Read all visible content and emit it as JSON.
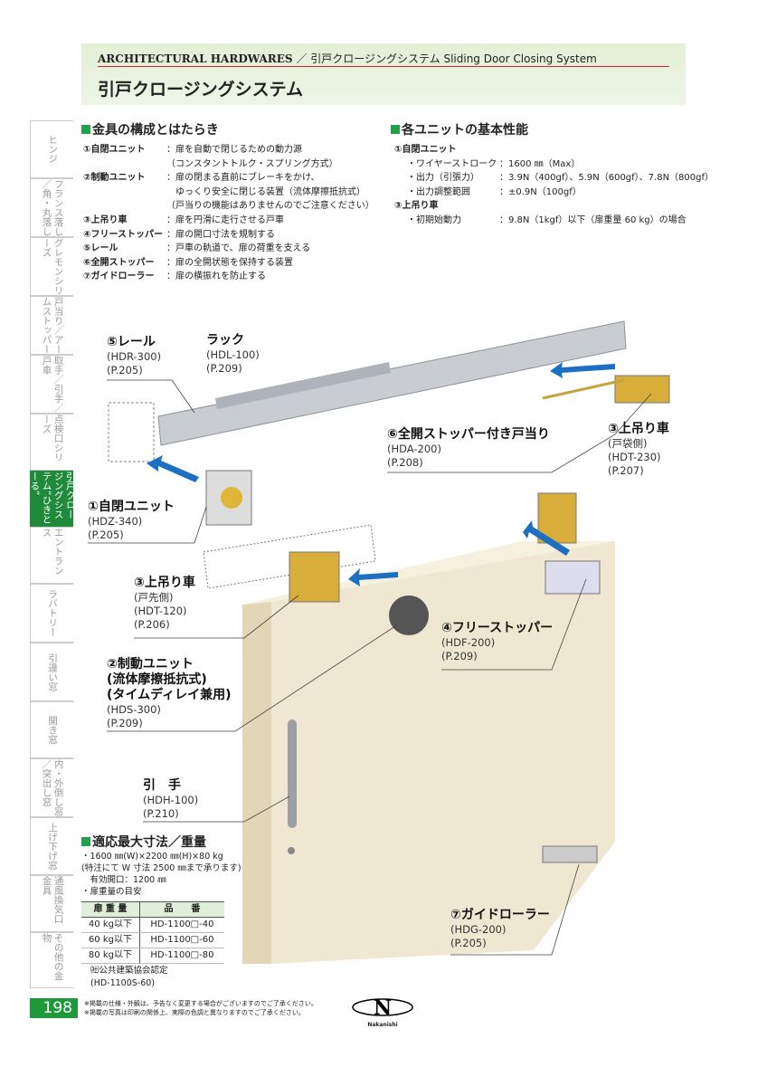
{
  "header": {
    "breadcrumb_en": "ARCHITECTURAL HARDWARES",
    "separator": "／",
    "breadcrumb_jp": "引戸クロージングシステム",
    "breadcrumb_sub": "Sliding Door Closing System",
    "title": "引戸クロージングシステム"
  },
  "sidebar": {
    "tabs": [
      "ヒンジ",
      "フランス落し／角・丸落し",
      "グレモンシリーズ",
      "戸当り／アームストッパー",
      "取手／引手／戸車",
      "点検口シリーズ",
      "引戸クロージングシステム“ひきとーる”",
      "エントランス",
      "ラバトリー",
      "引違い窓",
      "開き窓",
      "内・外倒し窓／突出し窓",
      "上げ下げ窓",
      "通風換気口金具",
      "その他の金物"
    ],
    "active": 6
  },
  "components": {
    "heading": "金具の構成とはたらき",
    "items": [
      {
        "key": "①自閉ユニット",
        "desc": "：扉を自動で閉じるための動力源"
      },
      {
        "key": "",
        "desc": "（コンスタントトルク・スプリング方式）"
      },
      {
        "key": "②制動ユニット",
        "desc": "：扉の閉まる直前にブレーキをかけ、"
      },
      {
        "key": "",
        "desc": "　ゆっくり安全に閉じる装置（流体摩擦抵抗式）"
      },
      {
        "key": "",
        "desc": "（戸当りの機能はありませんのでご注意ください）"
      },
      {
        "key": "③上吊り車",
        "desc": "：扉を円滑に走行させる戸車"
      },
      {
        "key": "④フリーストッパー",
        "desc": "：扉の開口寸法を規制する"
      },
      {
        "key": "⑤レール",
        "desc": "：戸車の軌道で、扉の荷重を支える"
      },
      {
        "key": "⑥全開ストッパー",
        "desc": "：扉の全開状態を保持する装置"
      },
      {
        "key": "⑦ガイドローラー",
        "desc": "：扉の横振れを防止する"
      }
    ]
  },
  "performance": {
    "heading": "各ユニットの基本性能",
    "groups": [
      {
        "title": "①自閉ユニット",
        "rows": [
          {
            "k": "・ワイヤーストローク",
            "v": "：1600 ㎜（Max）"
          },
          {
            "k": "・出力（引張力）",
            "v": "：3.9N（400gf）、5.9N（600gf）、7.8N（800gf）"
          },
          {
            "k": "・出力調整範囲",
            "v": "：±0.9N（100gf）"
          }
        ]
      },
      {
        "title": "③上吊り車",
        "rows": [
          {
            "k": "・初期始動力",
            "v": "：9.8N（1kgf）以下（扉重量 60 kg）の場合"
          }
        ]
      }
    ]
  },
  "callouts": [
    {
      "name": "rail",
      "t": "⑤レール",
      "s": [
        "(HDR-300)",
        "(P.205)"
      ]
    },
    {
      "name": "rack",
      "t": "ラック",
      "s": [
        "(HDL-100)",
        "(P.209)"
      ]
    },
    {
      "name": "full-open-stopper",
      "t": "⑥全開ストッパー付き戸当り",
      "s": [
        "(HDA-200)",
        "(P.208)"
      ]
    },
    {
      "name": "hanger-pocket",
      "t": "③上吊り車",
      "s": [
        "(戸袋側)",
        "(HDT-230)",
        "(P.207)"
      ]
    },
    {
      "name": "self-closing-unit",
      "t": "①自閉ユニット",
      "s": [
        "(HDZ-340)",
        "(P.205)"
      ]
    },
    {
      "name": "hanger-front",
      "t": "③上吊り車",
      "s": [
        "(戸先側)",
        "(HDT-120)",
        "(P.206)"
      ]
    },
    {
      "name": "free-stopper",
      "t": "④フリーストッパー",
      "s": [
        "(HDF-200)",
        "(P.209)"
      ]
    },
    {
      "name": "brake-unit",
      "t": "②制動ユニット",
      "t2": "(流体摩擦抵抗式)",
      "t3": "(タイムディレイ兼用)",
      "s": [
        "(HDS-300)",
        "(P.209)"
      ]
    },
    {
      "name": "pull-handle",
      "t": "引　手",
      "s": [
        "(HDH-100)",
        "(P.210)"
      ]
    },
    {
      "name": "guide-roller",
      "t": "⑦ガイドローラー",
      "s": [
        "(HDG-200)",
        "(P.205)"
      ]
    }
  ],
  "max_size": {
    "heading": "適応最大寸法／重量",
    "lines": [
      "・1600 ㎜(W)×2200 ㎜(H)×80 kg",
      "(特注にて W 寸法 2500 ㎜まで承ります)",
      "　有効開口：1200 ㎜",
      "・扉重量の目安"
    ],
    "table": {
      "headers": [
        "扉 重 量",
        "品　　番"
      ],
      "rows": [
        [
          "40 kg以下",
          "HD-1100□-40"
        ],
        [
          "60 kg以下",
          "HD-1100□-60"
        ],
        [
          "80 kg以下",
          "HD-1100□-80"
        ]
      ]
    },
    "cert": [
      "㈳公共建築協会認定",
      "(HD-1100S-60)"
    ]
  },
  "footer": {
    "page": "198",
    "notes": [
      "※掲載の仕様・外観は、予告なく変更する場合がございますのでご了承ください。",
      "※掲載の写真は印刷の関係上、実際の色調と異なりますのでご了承ください。"
    ],
    "logo": "Nakanishi"
  },
  "colors": {
    "accent": "#1f9a3a",
    "red": "#d9232d",
    "door": "#efe7d2"
  }
}
